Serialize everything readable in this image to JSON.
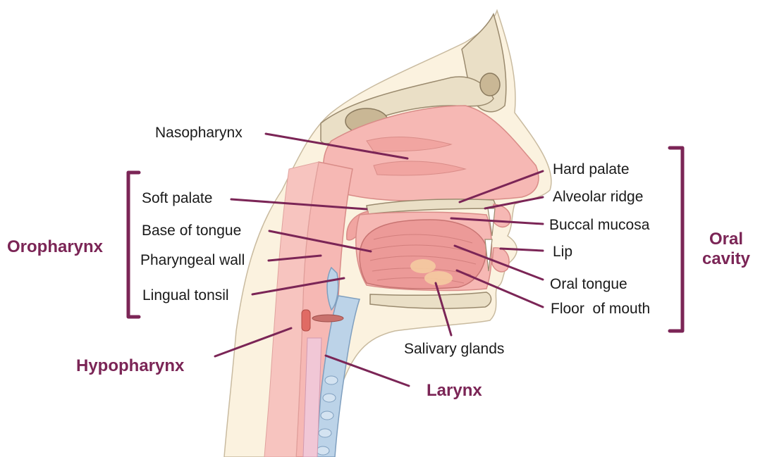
{
  "colors": {
    "accent": "#7b2556",
    "label_text": "#1a1a1a",
    "skin": "#fbf2df",
    "mucosa": "#f6b8b4",
    "tissue_dark": "#ec9a98",
    "bone": "#eadfc6",
    "bone_outline": "#9a8a6e",
    "cartilage": "#bcd3e8",
    "gland": "#f5cba1"
  },
  "labels": {
    "nasopharynx": "Nasopharynx",
    "soft_palate": "Soft palate",
    "base_of_tongue": "Base of tongue",
    "pharyngeal_wall": "Pharyngeal wall",
    "lingual_tonsil": "Lingual tonsil",
    "hard_palate": "Hard palate",
    "alveolar_ridge": "Alveolar ridge",
    "buccal_mucosa": "Buccal mucosa",
    "lip": "Lip",
    "oral_tongue": "Oral tongue",
    "floor_of_mouth": "Floor  of mouth",
    "salivary_glands": "Salivary glands"
  },
  "regions": {
    "oropharynx": "Oropharynx",
    "oral_cavity_line1": "Oral",
    "oral_cavity_line2": "cavity",
    "hypopharynx": "Hypopharynx",
    "larynx": "Larynx"
  }
}
